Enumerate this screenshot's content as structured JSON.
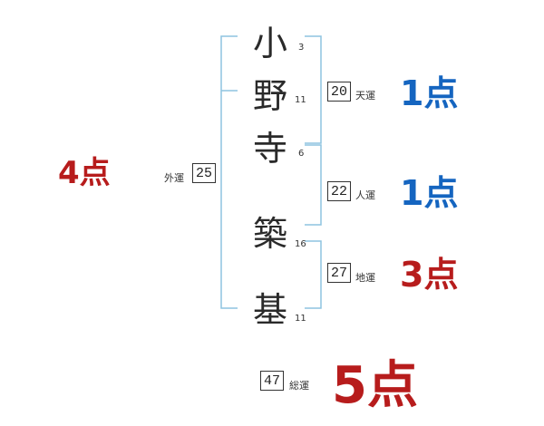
{
  "colors": {
    "bracket": "#8ec4e0",
    "good": "#1565c0",
    "bad": "#b71c1c"
  },
  "name": {
    "surname": [
      {
        "char": "小",
        "strokes": "3"
      },
      {
        "char": "野",
        "strokes": "11"
      },
      {
        "char": "寺",
        "strokes": "6"
      }
    ],
    "given": [
      {
        "char": "築",
        "strokes": "16"
      },
      {
        "char": "基",
        "strokes": "11"
      }
    ]
  },
  "fortunes": {
    "gaiun": {
      "label": "外運",
      "value": "25",
      "score": "4点"
    },
    "tenun": {
      "label": "天運",
      "value": "20",
      "score": "1点"
    },
    "jinun": {
      "label": "人運",
      "value": "22",
      "score": "1点"
    },
    "chiun": {
      "label": "地運",
      "value": "27",
      "score": "3点"
    },
    "souun": {
      "label": "総運",
      "value": "47",
      "score": "5点"
    }
  }
}
